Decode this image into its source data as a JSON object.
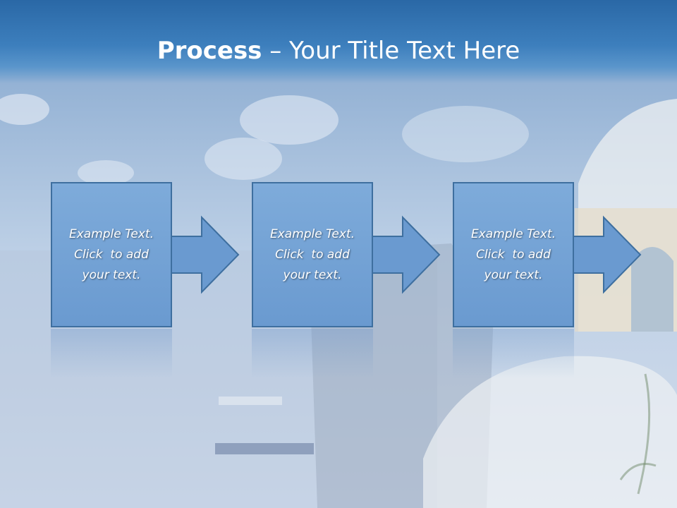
{
  "slide": {
    "title_bold": "Process",
    "title_rest": " – Your Title Text Here",
    "steps": [
      {
        "line1": "Example Text.",
        "line2": "Click  to add",
        "line3": "your text."
      },
      {
        "line1": "Example Text.",
        "line2": "Click  to add",
        "line3": "your text."
      },
      {
        "line1": "Example Text.",
        "line2": "Click  to add",
        "line3": "your text."
      }
    ]
  },
  "colors": {
    "header": "#2a68a6",
    "box_fill": "#6a9ad0",
    "box_border": "#3e6f9f",
    "arrow_fill": "#6a9ad0"
  }
}
